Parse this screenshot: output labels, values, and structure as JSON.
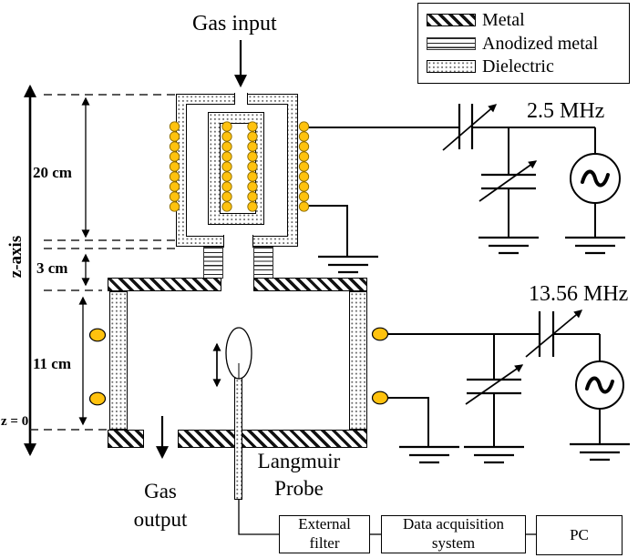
{
  "labels": {
    "gas_input": "Gas input",
    "gas_output": "Gas output",
    "langmuir_probe": "Langmuir Probe",
    "z_axis": "z-axis",
    "z_zero": "z = 0",
    "dim_source_tube": "20 cm",
    "dim_gap": "3 cm",
    "dim_chamber": "11 cm",
    "freq_icp": "2.5 MHz",
    "freq_ccp": "13.56 MHz"
  },
  "legend": {
    "items": [
      {
        "label": "Metal",
        "pattern": "diagonal-hatch"
      },
      {
        "label": "Anodized metal",
        "pattern": "horizontal-lines"
      },
      {
        "label": "Dielectric",
        "pattern": "dotted-stipple"
      }
    ]
  },
  "boxes": [
    {
      "label": "External filter"
    },
    {
      "label": "Data acquisition system"
    },
    {
      "label": "PC"
    }
  ],
  "colors": {
    "coil_dot": "#FFC20E",
    "line": "#000000",
    "background": "#FFFFFF"
  }
}
